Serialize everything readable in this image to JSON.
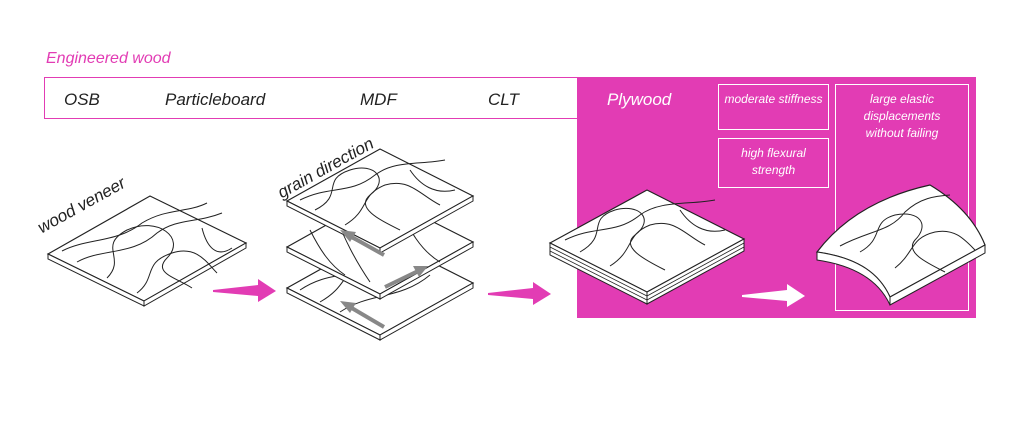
{
  "header": {
    "title": "Engineered wood"
  },
  "categories": [
    "OSB",
    "Particleboard",
    "MDF",
    "CLT"
  ],
  "plywood": {
    "label": "Plywood",
    "properties": {
      "stiffness": "moderate stiffness",
      "flexural": "high flexural strength",
      "elastic": "large elastic displacements without failing"
    }
  },
  "labels": {
    "veneer": "wood veneer",
    "grain": "grain direction"
  },
  "colors": {
    "accent": "#e23cb4",
    "ink": "#222222",
    "arrow_gray": "#888888"
  }
}
